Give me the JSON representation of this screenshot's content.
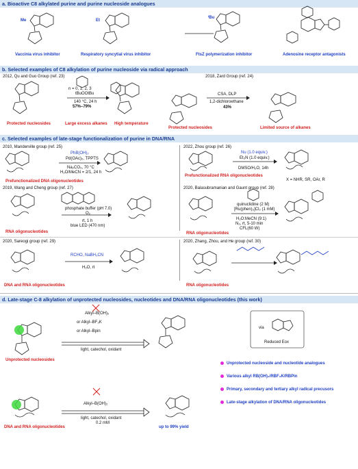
{
  "section_a": {
    "header": "a. Bioactive C8 alkylated purine and purine nucleoside analogues",
    "captions": [
      "Vaccinia virus inhibitor",
      "Respiratory syncytial virus inhibitor",
      "FtsZ polymerization inhibitor",
      "Adenosine receptor antagonists"
    ],
    "subs": [
      "Me",
      "Et",
      "ᵗBu"
    ]
  },
  "section_b": {
    "header": "b. Selected examples of C8 alkylation of purine nucleoside via radical approach",
    "left_ref": "2012, Qu and Guo Group (ref. 23)",
    "right_ref": "2018, Zard Group (ref. 24)",
    "cond1": "n = 0, 1, 2, 3",
    "cond2": "tBuOOtBu",
    "cond3": "140 °C, 24 h",
    "yield1": "57%–79%",
    "cond_zard1": "CSA, DLP",
    "cond_zard2": "1,2-dichloroethane",
    "yield2": "43%",
    "labels": [
      "Protected nucleosides",
      "Large excess alkanes",
      "High temperature",
      "Protected nucleosides",
      "Limited source of alkanes"
    ]
  },
  "section_c": {
    "header": "c. Selected examples of late-stage functionalization of purine in DNA/RNA",
    "ref25": "2010, Manderville group (ref. 25)",
    "r25_c1": "PhB(OH)₂",
    "r25_c2": "Pd(OAc)₂, TPPTS",
    "r25_c3": "Na₂CO₃, 70 °C",
    "r25_c4": "H₂O/MeCN = 2/1, 24 h",
    "r25_label": "Prefunctionalized DNA oligonucleotides",
    "ref26": "2022, Zhou group (ref. 26)",
    "r26_c1": "Nu (1.0 equiv.)",
    "r26_c2": "Et₃N (1.0 equiv.)",
    "r26_c3": "DMSO/H₂O, 14h",
    "r26_label": "Prefunctionalized RNA oligonucleotides",
    "r26_x": "X = NHR, SR, OAr, R",
    "ref27": "2019, Wang and Cheng group (ref. 27)",
    "r27_c1": "phosphate buffer (pH 7.0)",
    "r27_c2": "O₂",
    "r27_c3": "rt, 1 h",
    "r27_c4": "blue LED (470 nm)",
    "r27_label": "RNA oligonucleotides",
    "ref28": "2020, Balasubramanian and Gaunt group (ref. 28)",
    "r28_c1": "quinuclidine (2 M)",
    "r28_c2": "[Ru(phen)₃]Cl₂ (1 mM)",
    "r28_c3": "H₂O:MeCN (9:1)",
    "r28_c4": "N₂, rt, 5-10 min",
    "r28_c5": "CFL(60 W)",
    "r28_label": "RNA oligonucleotides",
    "ref29": "2020, Sareogi group (ref. 29)",
    "r29_c1": "RCHO, NaBH₃CN",
    "r29_c2": "H₂O, rt",
    "r29_label": "DNA and RNA oligonucleotides",
    "ref30": "2020, Zhang, Zhou, and He group (ref. 30)",
    "r30_label": "RNA oligonucleotides"
  },
  "section_d": {
    "header": "d. Late-stage C-8 alkylation of unprotected nucleosides, nucleotides and  DNA/RNA oligonucleotides (this work)",
    "reagents": [
      "Alkyl–B(OH)₂",
      "or  Alkyl–BF₃K",
      "or  Alkyl–Bpin"
    ],
    "cond1": "light, catechol, oxidant",
    "cond2a": "light, catechol, oxidant",
    "cond2b": "0.2 mM",
    "label1": "Unprotected nucleosides",
    "label2": "DNA and RNA oligonucleotides",
    "yield": "up to 99% yield",
    "reduced_label": "Reduced Eox",
    "via": "via",
    "bullets": [
      "Unprotected nucleoside and nucleotide analogues",
      "Various alkyl RB(OH)₂/RBF₃K/RBPin",
      "Primary, secondary and tertiary alkyl radical precusors",
      "Late-stage alkylation of DNA/RNA oligonucleotides"
    ],
    "reagent2": "Alkyl–B(OH)₂"
  },
  "colors": {
    "header_bg": "#d6e6f5",
    "header_text": "#1a3a8f",
    "red": "#d21f1f",
    "blue": "#1f3fc4",
    "green": "#3ed93e",
    "magenta": "#e02bd8"
  }
}
